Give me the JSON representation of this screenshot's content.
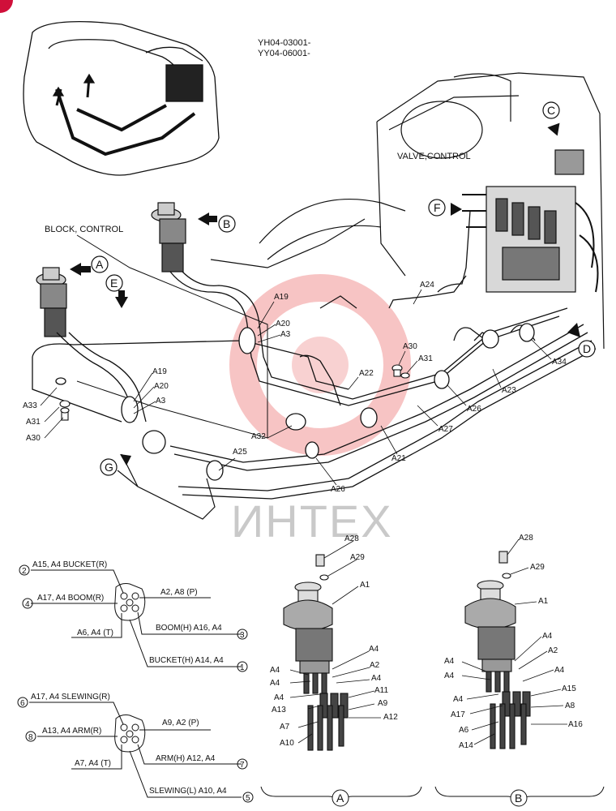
{
  "serial": {
    "line1": "YH04-03001-",
    "line2": "YY04-06001-"
  },
  "labels": {
    "valve_control": "VALVE,CONTROL",
    "block_control": "BLOCK, CONTROL",
    "watermark": "ИНТЕХ"
  },
  "callouts": {
    "A": "A",
    "B": "B",
    "C": "C",
    "D": "D",
    "E": "E",
    "F": "F",
    "G": "G"
  },
  "hose_parts": {
    "a19_r": "A19",
    "a20_r": "A20",
    "a3_r": "A3",
    "a19_l": "A19",
    "a20_l": "A20",
    "a3_l": "A3",
    "a24": "A24",
    "a30_c": "A30",
    "a31_c": "A31",
    "a22": "A22",
    "a23": "A23",
    "a26_r": "A26",
    "a34": "A34",
    "a27": "A27",
    "a32": "A32",
    "a21": "A21",
    "a25": "A25",
    "a26_b": "A26",
    "a33": "A33",
    "a31_l": "A31",
    "a30_l": "A30"
  },
  "port_diagram_1": {
    "p2": "A15, A4  BUCKET(R)",
    "p4": "A17, A4  BOOM(R)",
    "pa2a8": "A2, A8 (P)",
    "pt": "A6, A4 (T)",
    "p3": "BOOM(H)  A16, A4",
    "p1": "BUCKET(H)  A14, A4",
    "n1": "1",
    "n2": "2",
    "n3": "3",
    "n4": "4"
  },
  "port_diagram_2": {
    "p6": "A17, A4  SLEWING(R)",
    "p8": "A13, A4  ARM(R)",
    "pa9a2": "A9, A2 (P)",
    "pt": "A7, A4 (T)",
    "p7": "ARM(H)  A12, A4",
    "p5": "SLEWING(L)  A10, A4",
    "n5": "5",
    "n6": "6",
    "n7": "7",
    "n8": "8"
  },
  "detail_a": {
    "a28": "A28",
    "a29": "A29",
    "a1": "A1",
    "a4_1": "A4",
    "a4_2": "A4",
    "a4_3": "A4",
    "a2": "A2",
    "a4_4": "A4",
    "a4_5": "A4",
    "a11": "A11",
    "a13": "A13",
    "a9": "A9",
    "a7": "A7",
    "a12": "A12",
    "a10": "A10",
    "title": "A"
  },
  "detail_b": {
    "a28": "A28",
    "a29": "A29",
    "a1": "A1",
    "a4_1": "A4",
    "a2": "A2",
    "a4_2": "A4",
    "a4_3": "A4",
    "a4_4": "A4",
    "a15": "A15",
    "a17": "A17",
    "a8": "A8",
    "a6": "A6",
    "a16": "A16",
    "a14": "A14",
    "title": "B"
  }
}
